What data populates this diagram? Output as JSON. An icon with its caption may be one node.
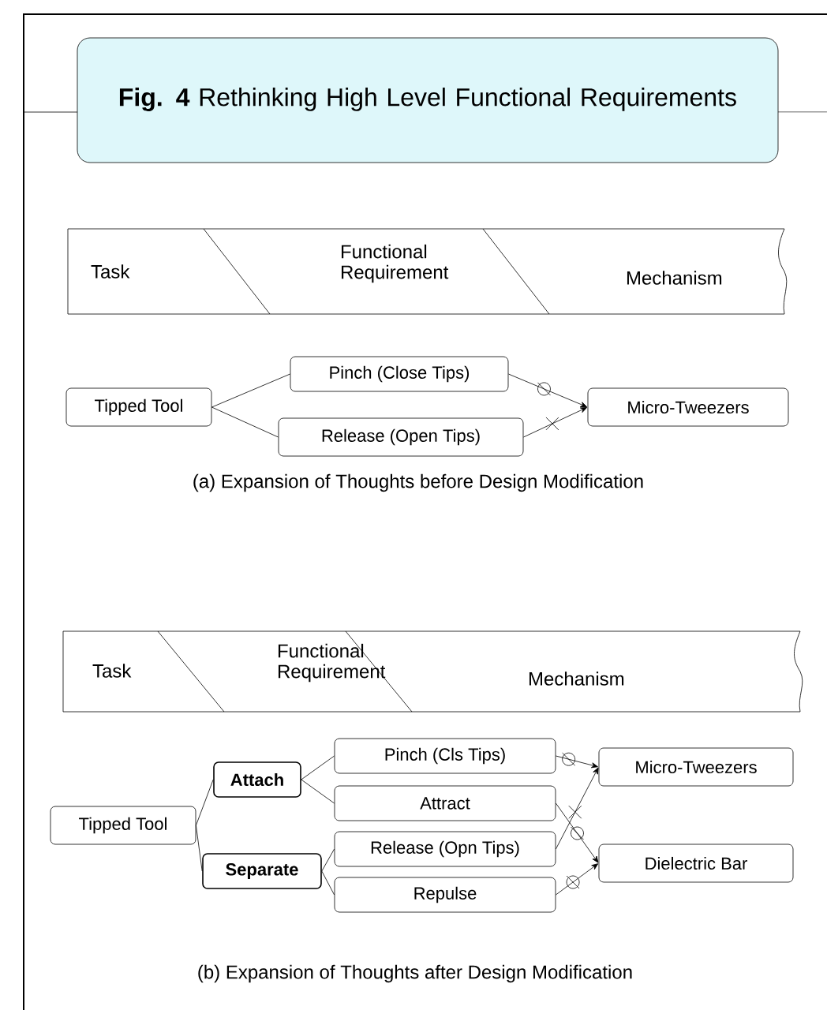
{
  "diagram": {
    "title": "**Fig. 4** Rethinking High Level Functional Requirements",
    "nodes": [
      {
        "text": [
          "Task",
          "Functional Requirement",
          "Mechanism"
        ]
      },
      {
        "text": [
          "Tipped Tool"
        ]
      },
      {
        "text": [
          "Pinch (Close Tips)"
        ]
      },
      {
        "text": [
          "Release (Open Tips)"
        ]
      },
      {
        "text": [
          "Micro-Tweezers"
        ]
      },
      {
        "text": [
          "Task",
          "Functional Requirement",
          "Mechanism"
        ]
      },
      {
        "text": [
          "Tipped Tool"
        ]
      },
      {
        "text": [
          "Attach"
        ]
      },
      {
        "text": [
          "Separate"
        ]
      },
      {
        "text": [
          "Pinch (Cls Tips)"
        ]
      },
      {
        "text": [
          "Attract"
        ]
      },
      {
        "text": [
          "Release (Opn Tips)"
        ]
      },
      {
        "text": [
          "Repulse"
        ]
      },
      {
        "text": [
          "Micro-Tweezers"
        ]
      },
      {
        "text": [
          "Dielectric Bar"
        ]
      }
    ],
    "edges": [
      {
        "from": 1,
        "to": 2,
        "arrow": "none"
      },
      {
        "from": 1,
        "to": 3,
        "arrow": "none"
      },
      {
        "from": 2,
        "to": 4,
        "arrow": "to"
      },
      {
        "from": 3,
        "to": 4,
        "arrow": "to"
      },
      {
        "from": 6,
        "to": 7,
        "arrow": "none"
      },
      {
        "from": 6,
        "to": 8,
        "arrow": "none"
      },
      {
        "from": 7,
        "to": 9,
        "arrow": "none"
      },
      {
        "from": 7,
        "to": 10,
        "arrow": "none"
      },
      {
        "from": 8,
        "to": 11,
        "arrow": "none"
      },
      {
        "from": 8,
        "to": 12,
        "arrow": "none"
      },
      {
        "from": 9,
        "to": 13,
        "arrow": "to"
      },
      {
        "from": 10,
        "to": 14,
        "arrow": "to"
      },
      {
        "from": 11,
        "to": 13,
        "arrow": "to"
      },
      {
        "from": 12,
        "to": 14,
        "arrow": "to"
      }
    ],
    "labels": [
      "(a) Expansion of Thoughts before Design Modification",
      "(b) Expansion of Thoughts after Design Modification"
    ]
  }
}
